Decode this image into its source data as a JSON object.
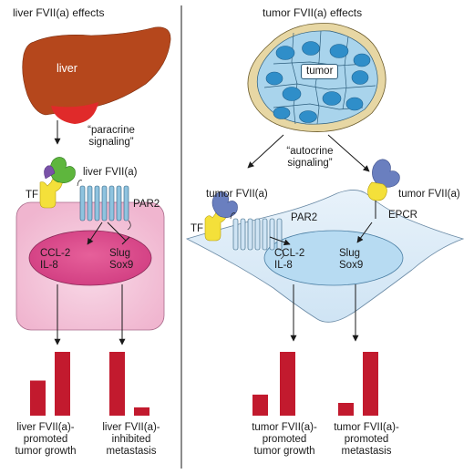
{
  "left": {
    "heading": "liver FVII(a) effects",
    "organ_label": "liver",
    "signaling_label": "“paracrine\nsignaling”",
    "ligand_label": "liver FVII(a)",
    "tf_label": "TF",
    "receptor_label": "PAR2",
    "targets_a": "CCL-2\nIL-8",
    "targets_b": "Slug\nSox9",
    "bar_captions": [
      "liver FVII(a)-\npromoted\ntumor growth",
      "liver FVII(a)-\ninhibited\nmetastasis"
    ]
  },
  "right": {
    "heading": "tumor FVII(a) effects",
    "organ_label": "tumor",
    "signaling_label": "“autocrine\nsignaling”",
    "ligand_label_left": "tumor FVII(a)",
    "ligand_label_right": "tumor FVII(a)",
    "tf_label": "TF",
    "receptor_label": "PAR2",
    "epcr_label": "EPCR",
    "targets_a": "CCL-2\nIL-8",
    "targets_b": "Slug\nSox9",
    "bar_captions": [
      "tumor FVII(a)-\npromoted\ntumor growth",
      "tumor FVII(a)-\npromoted\nmetastasis"
    ]
  },
  "chart_data": [
    {
      "type": "bar",
      "label": "liver FVII(a)-promoted tumor growth",
      "values": [
        0.55,
        1.0
      ]
    },
    {
      "type": "bar",
      "label": "liver FVII(a)-inhibited metastasis",
      "values": [
        1.0,
        0.13
      ]
    },
    {
      "type": "bar",
      "label": "tumor FVII(a)-promoted tumor growth",
      "values": [
        0.33,
        1.0
      ]
    },
    {
      "type": "bar",
      "label": "tumor FVII(a)-promoted metastasis",
      "values": [
        0.2,
        1.0
      ]
    }
  ],
  "colors": {
    "liver": "#b5471c",
    "tumor_nucleus": "#2f8ec9",
    "tumor_cell": "#a9d4ec",
    "tumor_rim": "#e7d7a4",
    "left_cell": "#f3c6da",
    "left_nucleus": "#d94c8c",
    "right_cell": "#d6e9f6",
    "right_nucleus": "#b7dbf2",
    "receptor": "#8fc3df",
    "tf_yellow": "#f4e03a",
    "fvii_green": "#5eb63d",
    "fvii_blue": "#6a7fbf",
    "bar": "#c21a2e",
    "gallbladder": "#e02a2a"
  }
}
